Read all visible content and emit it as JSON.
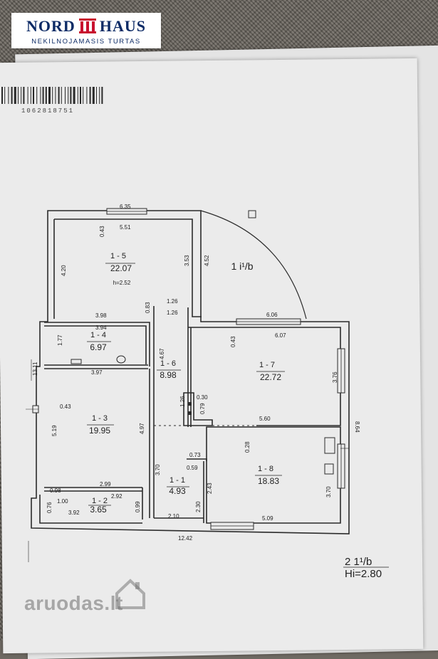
{
  "logo": {
    "name_left": "NORD",
    "name_right": "HAUS",
    "subtitle": "NEKILNOJAMASIS TURTAS",
    "brand_color": "#0d2b66",
    "mark_color": "#c8102e"
  },
  "barcode": {
    "number": "1062818751"
  },
  "plan": {
    "title": "2 1¹/b",
    "height_label": "Hi=2.80",
    "exterior_label": "1 i¹/b",
    "rooms": [
      {
        "id": "1 - 5",
        "area": "22.07",
        "note": "h=2.52"
      },
      {
        "id": "1 - 4",
        "area": "6.97"
      },
      {
        "id": "1 - 3",
        "area": "19.95"
      },
      {
        "id": "1 - 2",
        "area": "3.65"
      },
      {
        "id": "1 - 6",
        "area": "8.98"
      },
      {
        "id": "1 - 1",
        "area": "4.93"
      },
      {
        "id": "1 - 7",
        "area": "22.72"
      },
      {
        "id": "1 - 8",
        "area": "18.83"
      }
    ],
    "dims": {
      "d635": "6.35",
      "d551": "5.51",
      "d043a": "0.43",
      "d420": "4.20",
      "d353": "3.53",
      "d452": "4.52",
      "d126a": "1.26",
      "d126b": "1.26",
      "d398": "3.98",
      "d083": "0.83",
      "d394": "3.94",
      "d177": "1.77",
      "d606": "6.06",
      "d607": "6.07",
      "d043b": "0.43",
      "d467": "4.67",
      "d1311": "13.11",
      "d397": "3.97",
      "d376": "3.76",
      "d030": "0.30",
      "d126c": "1.26",
      "d079": "0.79",
      "d043c": "0.43",
      "d560": "5.60",
      "d864": "8.64",
      "d519": "5.19",
      "d497": "4.97",
      "d028": "0.28",
      "d073": "0.73",
      "d059": "0.59",
      "d370a": "3.70",
      "d243": "2.43",
      "d299": "2.99",
      "d370b": "3.70",
      "d098": "0.98",
      "d292": "2.92",
      "d100": "1.00",
      "d076": "0.76",
      "d099": "0.99",
      "d230": "2.30",
      "d392": "3.92",
      "d210": "2.10",
      "d509": "5.09",
      "d1242": "12.42"
    }
  },
  "watermark": {
    "text": "aruodas.lt"
  }
}
